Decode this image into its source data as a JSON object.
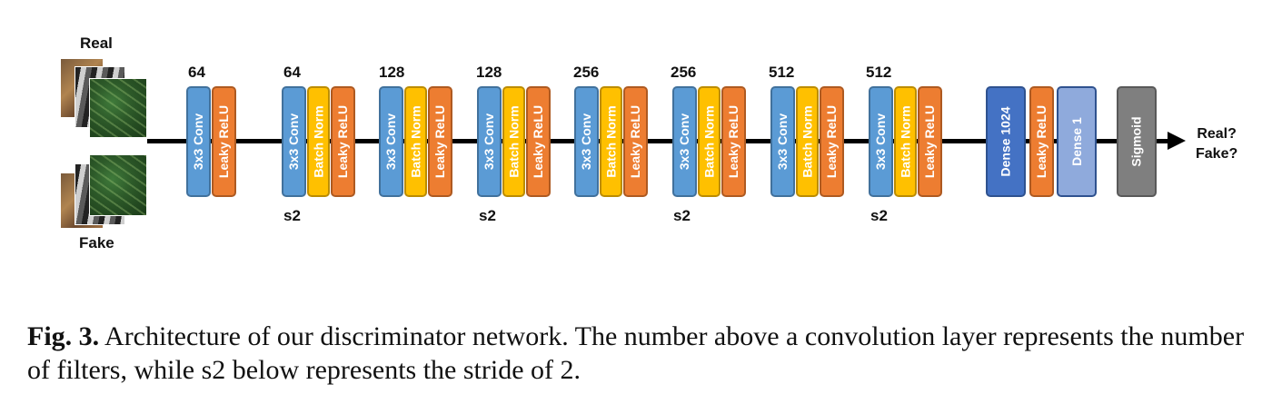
{
  "inputs": {
    "real_label": "Real",
    "fake_label": "Fake"
  },
  "layer_groups": [
    {
      "filters": "64",
      "stride": "",
      "blocks": [
        "3x3 Conv",
        "Leaky ReLU"
      ]
    },
    {
      "filters": "64",
      "stride": "s2",
      "blocks": [
        "3x3 Conv",
        "Batch Norm",
        "Leaky ReLU"
      ]
    },
    {
      "filters": "128",
      "stride": "",
      "blocks": [
        "3x3 Conv",
        "Batch Norm",
        "Leaky ReLU"
      ]
    },
    {
      "filters": "128",
      "stride": "s2",
      "blocks": [
        "3x3 Conv",
        "Batch Norm",
        "Leaky ReLU"
      ]
    },
    {
      "filters": "256",
      "stride": "",
      "blocks": [
        "3x3 Conv",
        "Batch Norm",
        "Leaky ReLU"
      ]
    },
    {
      "filters": "256",
      "stride": "s2",
      "blocks": [
        "3x3 Conv",
        "Batch Norm",
        "Leaky ReLU"
      ]
    },
    {
      "filters": "512",
      "stride": "",
      "blocks": [
        "3x3 Conv",
        "Batch Norm",
        "Leaky ReLU"
      ]
    },
    {
      "filters": "512",
      "stride": "s2",
      "blocks": [
        "3x3 Conv",
        "Batch Norm",
        "Leaky ReLU"
      ]
    }
  ],
  "head_blocks": [
    "Dense 1024",
    "Leaky ReLU",
    "Dense 1",
    "Sigmoid"
  ],
  "output": {
    "line1": "Real?",
    "line2": "Fake?"
  },
  "colors": {
    "conv": "#5b9bd5",
    "leaky_relu": "#ed7d31",
    "batch_norm": "#ffc000",
    "dense_1024": "#4472c4",
    "dense_1": "#8faadc",
    "sigmoid": "#7f7f7f"
  },
  "caption": {
    "label": "Fig. 3.",
    "text": "Architecture of our discriminator network. The number above a convolution layer represents the number of filters, while s2 below represents the stride of 2."
  }
}
